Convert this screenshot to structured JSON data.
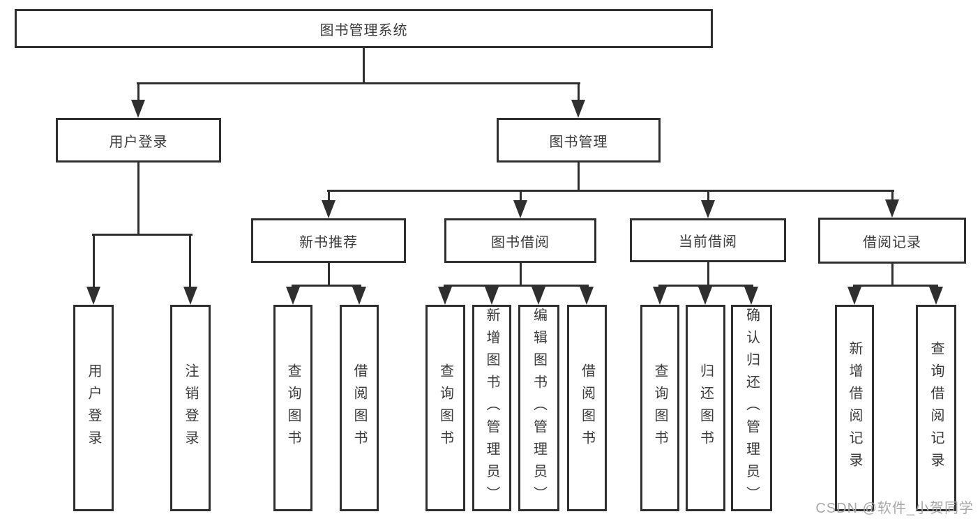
{
  "diagram": {
    "title": "图书管理系统",
    "level2": {
      "user_login": "用户登录",
      "book_mgmt": "图书管理"
    },
    "level3": {
      "new_book": "新书推荐",
      "book_borrow": "图书借阅",
      "current_borrow": "当前借阅",
      "borrow_record": "借阅记录"
    },
    "leaves": {
      "user_login": [
        "用户登录",
        "注销登录"
      ],
      "new_book": [
        "查询图书",
        "借阅图书"
      ],
      "book_borrow": [
        "查询图书",
        "新增图书（管理员）",
        "编辑图书（管理员）",
        "借阅图书"
      ],
      "current_borrow": [
        "查询图书",
        "归还图书",
        "确认归还（管理员）"
      ],
      "borrow_record": [
        "新增借阅记录",
        "查询借阅记录"
      ]
    }
  },
  "watermark": "CSDN @软件_小贺同学",
  "colors": {
    "line": "#2f2f2f",
    "text": "#3a3a3a",
    "watermark": "#a8a8a8",
    "background": "#ffffff"
  }
}
